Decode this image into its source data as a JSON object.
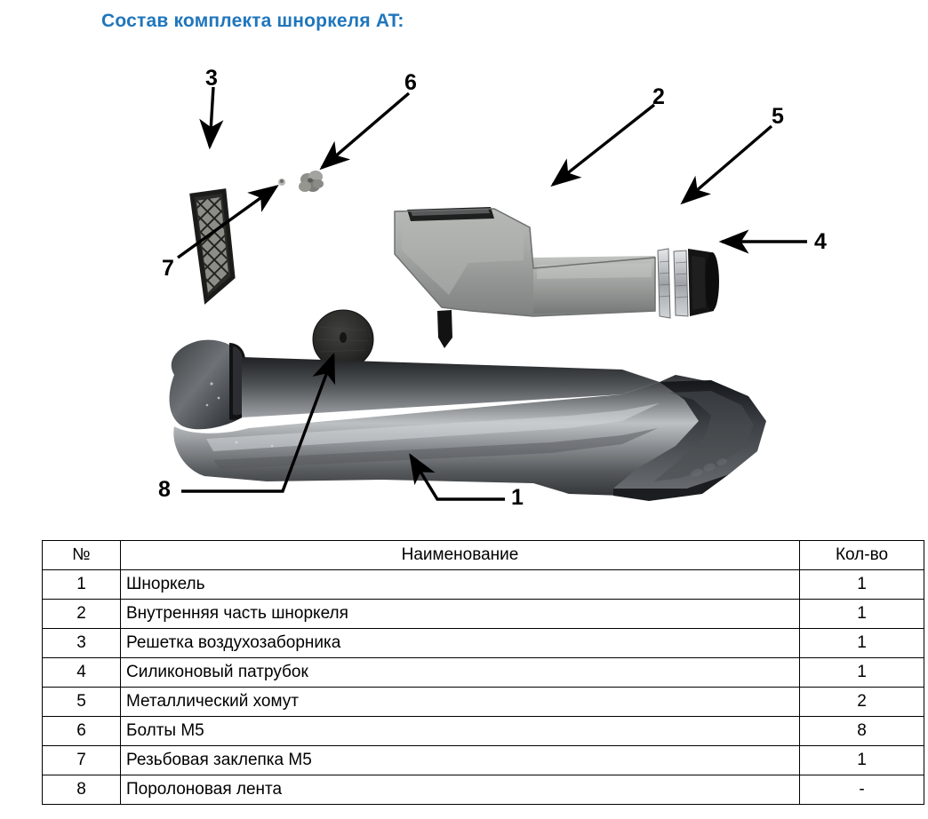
{
  "title": "Состав комплекта шноркеля AT:",
  "accent_color": "#1f76bc",
  "diagram": {
    "callouts": [
      {
        "id": "callout-3",
        "label": "3"
      },
      {
        "id": "callout-6",
        "label": "6"
      },
      {
        "id": "callout-2",
        "label": "2"
      },
      {
        "id": "callout-5",
        "label": "5"
      },
      {
        "id": "callout-4",
        "label": "4"
      },
      {
        "id": "callout-7",
        "label": "7"
      },
      {
        "id": "callout-8",
        "label": "8"
      },
      {
        "id": "callout-1",
        "label": "1"
      }
    ],
    "parts_depicted": [
      {
        "ref": "1",
        "name": "snorkel-body",
        "color": "#7e8286"
      },
      {
        "ref": "2",
        "name": "inner-snorkel-part",
        "color": "#a0a2a0"
      },
      {
        "ref": "3",
        "name": "air-intake-grille",
        "color": "#3a3a38"
      },
      {
        "ref": "4",
        "name": "silicone-pipe",
        "color": "#151515"
      },
      {
        "ref": "5",
        "name": "metal-clamp",
        "color": "#c9ccd0"
      },
      {
        "ref": "6",
        "name": "bolts-m5",
        "color": "#9a9a96"
      },
      {
        "ref": "7",
        "name": "threaded-rivet-m5",
        "color": "#b6b6b2"
      },
      {
        "ref": "8",
        "name": "foam-tape-roll",
        "color": "#2a2a28"
      }
    ]
  },
  "table": {
    "headers": [
      "№",
      "Наименование",
      "Кол-во"
    ],
    "rows": [
      {
        "num": "1",
        "name": "Шноркель",
        "qty": "1"
      },
      {
        "num": "2",
        "name": "Внутренняя часть шноркеля",
        "qty": "1"
      },
      {
        "num": "3",
        "name": "Решетка воздухозаборника",
        "qty": "1"
      },
      {
        "num": "4",
        "name": "Силиконовый патрубок",
        "qty": "1"
      },
      {
        "num": "5",
        "name": "Металлический хомут",
        "qty": "2"
      },
      {
        "num": "6",
        "name": "Болты М5",
        "qty": "8"
      },
      {
        "num": "7",
        "name": "Резьбовая заклепка М5",
        "qty": "1"
      },
      {
        "num": "8",
        "name": "Поролоновая лента",
        "qty": "-"
      }
    ]
  }
}
